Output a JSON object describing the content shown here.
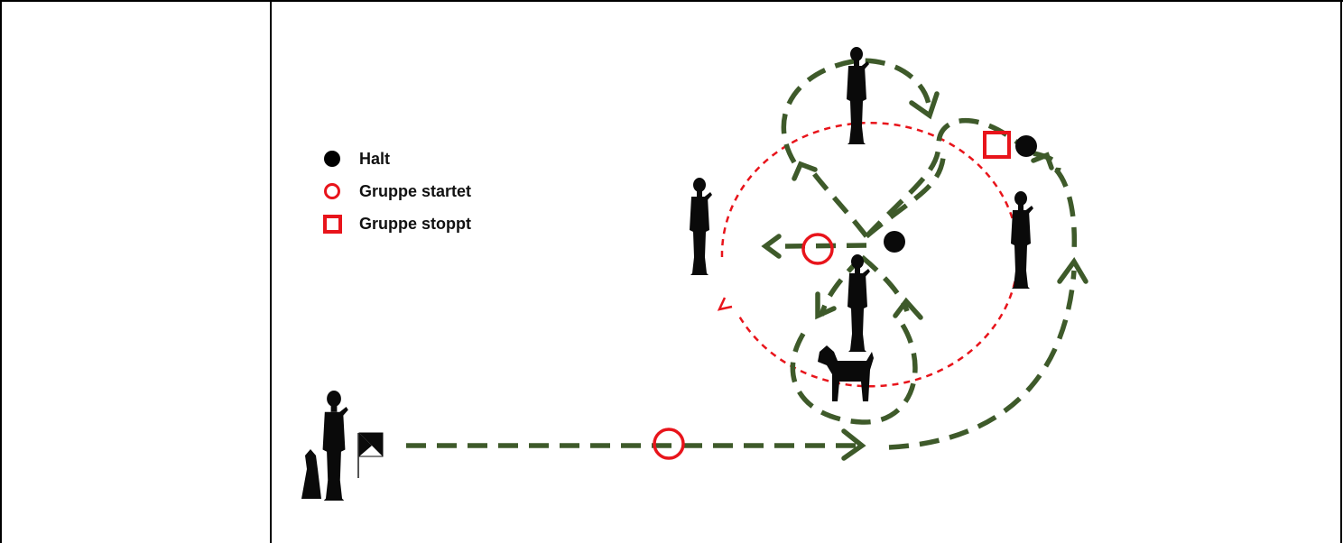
{
  "legend": {
    "items": [
      {
        "symbol": "filled-dot-icon",
        "label": "Halt"
      },
      {
        "symbol": "red-ring-icon",
        "label": "Gruppe startet"
      },
      {
        "symbol": "red-square-icon",
        "label": "Gruppe stoppt"
      }
    ]
  },
  "colors": {
    "path_green": "#3e5a2a",
    "marker_red": "#e8141b",
    "figure_black": "#0a0a0a",
    "border": "#000000"
  }
}
